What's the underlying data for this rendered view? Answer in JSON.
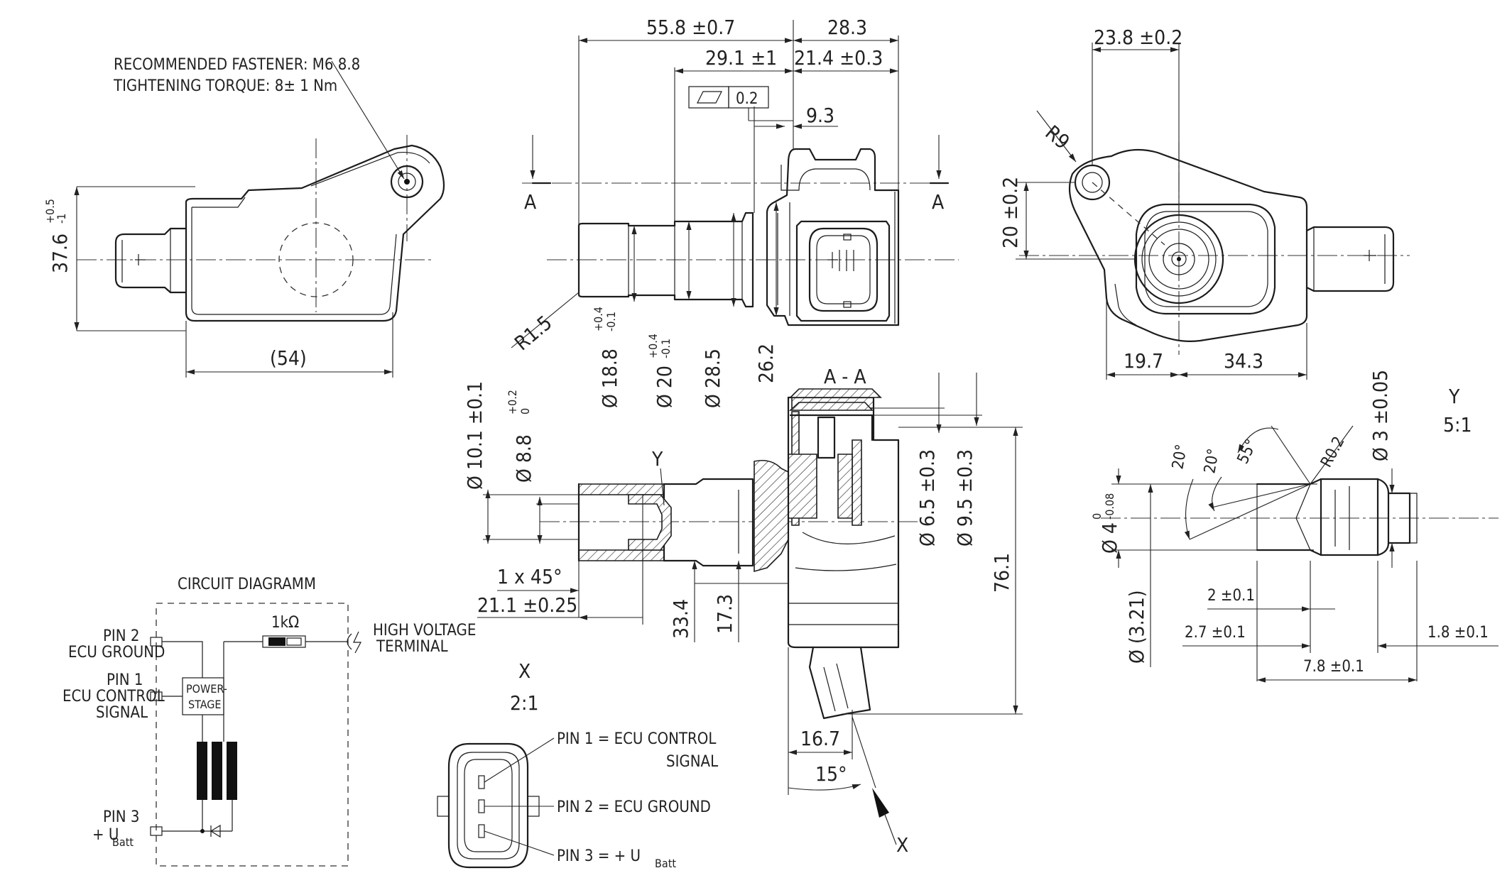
{
  "notes": {
    "fastener": "RECOMMENDED FASTENER: M6 8.8",
    "torque": "TIGHTENING TORQUE: 8± 1 Nm"
  },
  "views": {
    "section_mark": "A",
    "section_title": "A - A",
    "detail_y_mark": "Y",
    "detail_y_title": "Y",
    "detail_y_scale": "5:1",
    "detail_x_title": "X",
    "detail_x_scale": "2:1",
    "arrow_x": "X"
  },
  "dims": {
    "d_55_8": "55.8 ±0.7",
    "d_28_3": "28.3",
    "d_29_1": "29.1 ±1",
    "d_21_4": "21.4 ±0.3",
    "flatness": "0.2",
    "d_9_3": "9.3",
    "d_23_8": "23.8 ±0.2",
    "d_r9": "R9",
    "d_20_pm": "20 ±0.2",
    "d_19_7": "19.7",
    "d_34_3": "34.3",
    "d_37_6": "37.6",
    "d_37_6_tol_up": "+0.5",
    "d_37_6_tol_dn": "-1",
    "d_54": "(54)",
    "d_r1_5": "R1.5",
    "d_18_8": "Ø 18.8",
    "d_18_8_tol_up": "+0.4",
    "d_18_8_tol_dn": "-0.1",
    "d_20": "Ø 20",
    "d_20_tol_up": "+0.4",
    "d_20_tol_dn": "-0.1",
    "d_28_5": "Ø 28.5",
    "d_26_2": "26.2",
    "d_10_1": "Ø 10.1 ±0.1",
    "d_8_8": "Ø 8.8",
    "d_8_8_tol_up": "+0.2",
    "d_8_8_tol_dn": "0",
    "d_6_5": "Ø 6.5 ±0.3",
    "d_9_5": "Ø 9.5 ±0.3",
    "d_76_1": "76.1",
    "d_1x45": "1 x 45°",
    "d_21_1": "21.1 ±0.25",
    "d_33_4": "33.4",
    "d_17_3": "17.3",
    "d_16_7": "16.7",
    "d_15deg": "15°",
    "d_20deg_a": "20°",
    "d_20deg_b": "20°",
    "d_55deg": "55°",
    "d_r0_2": "R0.2",
    "d_3": "Ø 3 ±0.05",
    "d_4": "Ø 4",
    "d_4_tol_up": "0",
    "d_4_tol_dn": "-0.08",
    "d_3_21": "Ø (3.21)",
    "d_2": "2 ±0.1",
    "d_2_7": "2.7 ±0.1",
    "d_1_8": "1.8 ±0.1",
    "d_7_8": "7.8 ±0.1"
  },
  "circuit": {
    "title": "CIRCUIT DIAGRAMM",
    "pin2_a": "PIN 2",
    "pin2_b": "ECU GROUND",
    "pin1_a": "PIN 1",
    "pin1_b": "ECU CONTROL",
    "pin1_c": "SIGNAL",
    "pin3_a": "PIN 3",
    "pin3_b": "+ U",
    "pin3_sub": "Batt",
    "power_a": "POWER-",
    "power_b": "STAGE",
    "resistor": "1kΩ",
    "hv_a": "HIGH VOLTAGE",
    "hv_b": "TERMINAL"
  },
  "pinout": {
    "pin1_a": "PIN 1 = ECU CONTROL",
    "pin1_b": "SIGNAL",
    "pin2": "PIN 2 = ECU GROUND",
    "pin3": "PIN 3 = + U",
    "pin3_sub": "Batt"
  }
}
